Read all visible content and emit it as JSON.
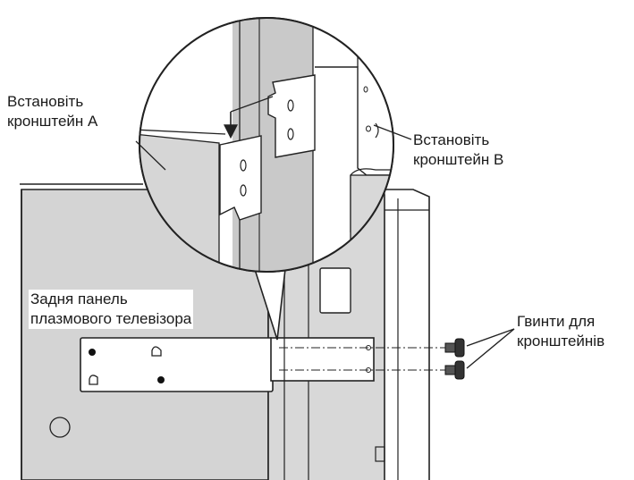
{
  "labels": {
    "bracket_a_line1": "Встановіть",
    "bracket_a_line2": "кронштейн A",
    "bracket_b_line1": "Встановіть",
    "bracket_b_line2": "кронштейн B",
    "back_panel_line1": "Задня панель",
    "back_panel_line2": "плазмового телевізора",
    "screws_line1": "Гвинти для",
    "screws_line2": "кронштейнів"
  },
  "colors": {
    "panel_gray": "#d4d4d4",
    "zoom_gray": "#c9c9c9",
    "line": "#222222",
    "background": "#ffffff"
  }
}
